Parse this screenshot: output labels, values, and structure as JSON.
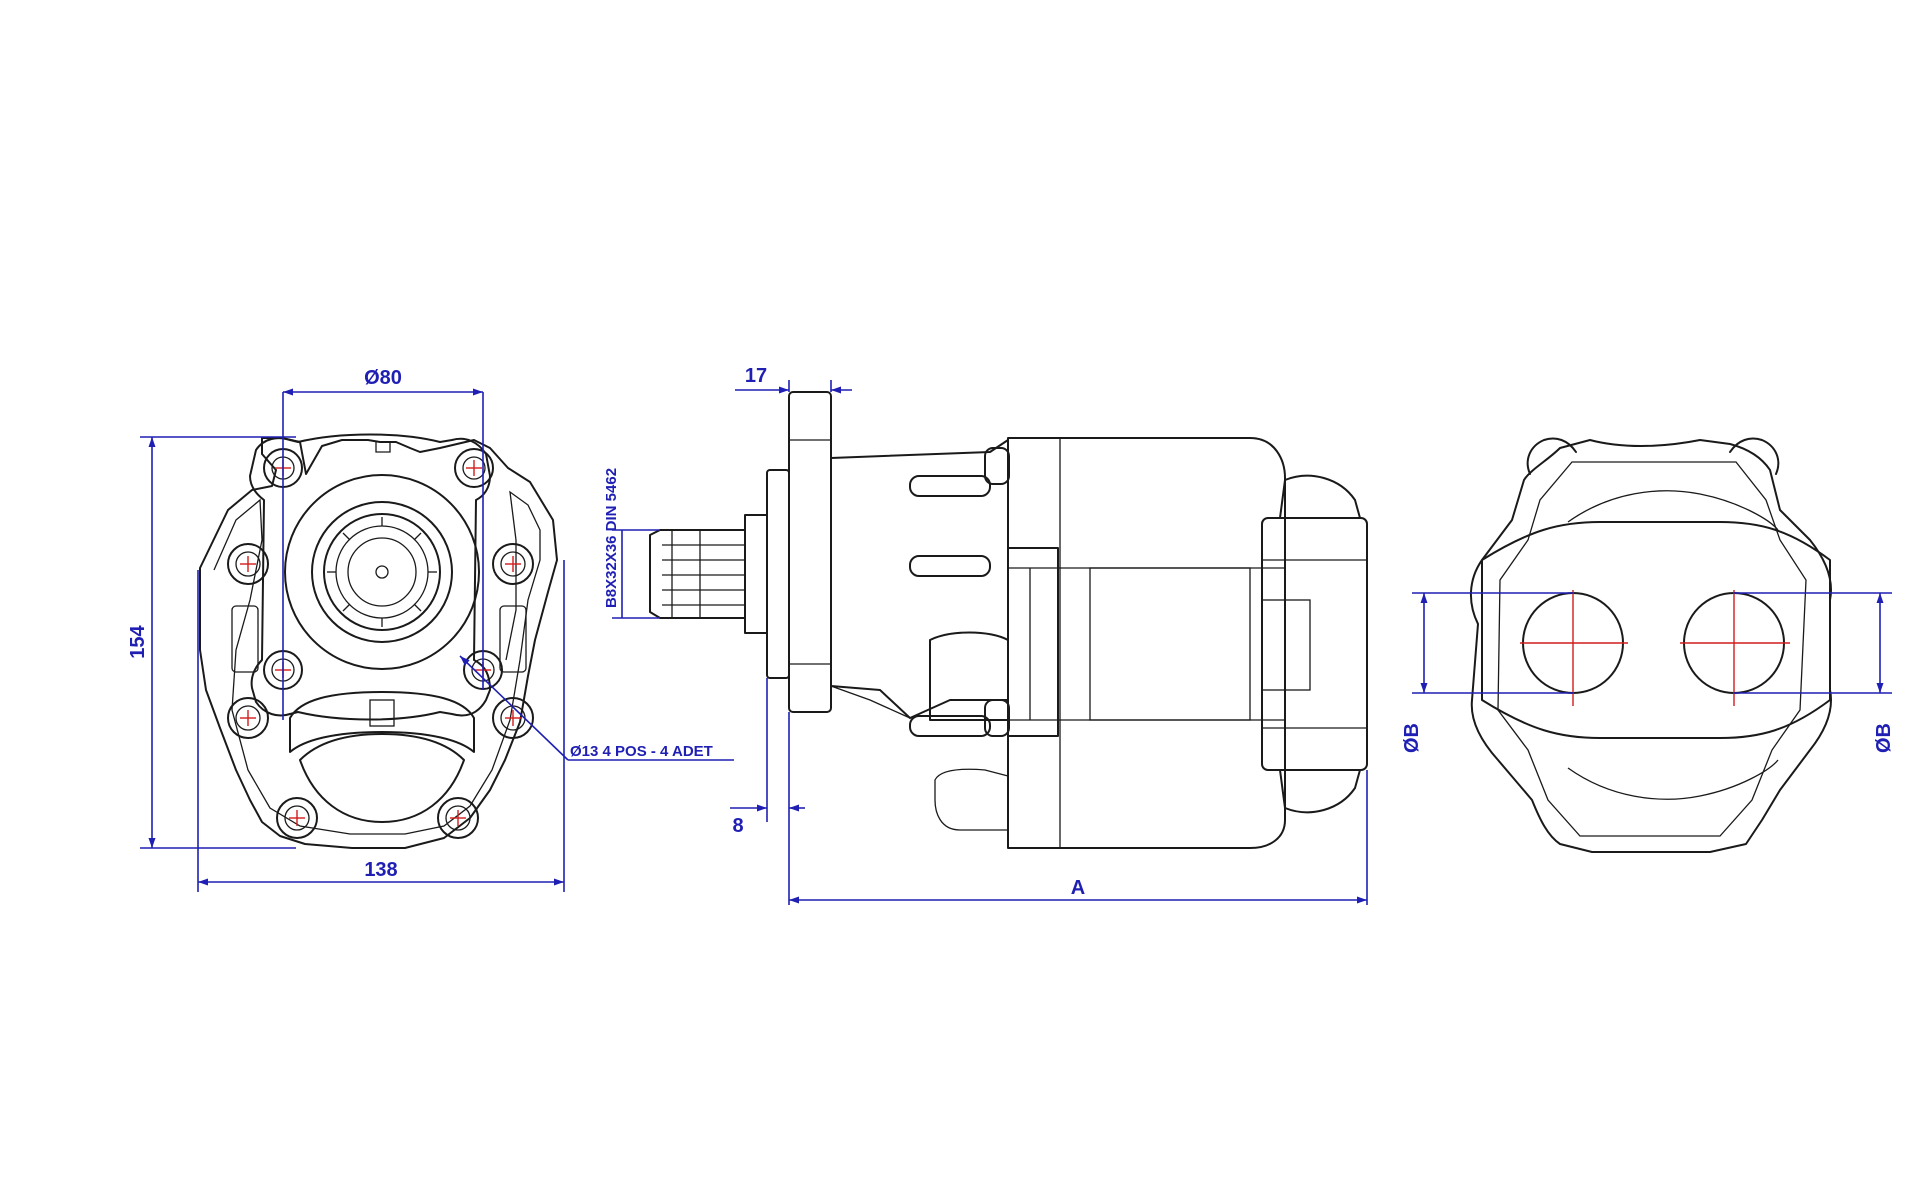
{
  "drawing": {
    "colors": {
      "outline": "#1a1a1a",
      "dimension": "#1f1fb4",
      "centerline": "#d21c1c",
      "background": "#ffffff"
    },
    "front_view": {
      "bolt_circle_dia": "Ø80",
      "height": "154",
      "width": "138",
      "hole_note": "Ø13 4 POS - 4 ADET"
    },
    "side_view": {
      "flange_thickness": "17",
      "pilot_offset": "8",
      "shaft_spec": "B8X32X36 DIN 5462",
      "overall_length": "A"
    },
    "port_view": {
      "port_dia_left": "ØB",
      "port_dia_right": "ØB"
    }
  }
}
